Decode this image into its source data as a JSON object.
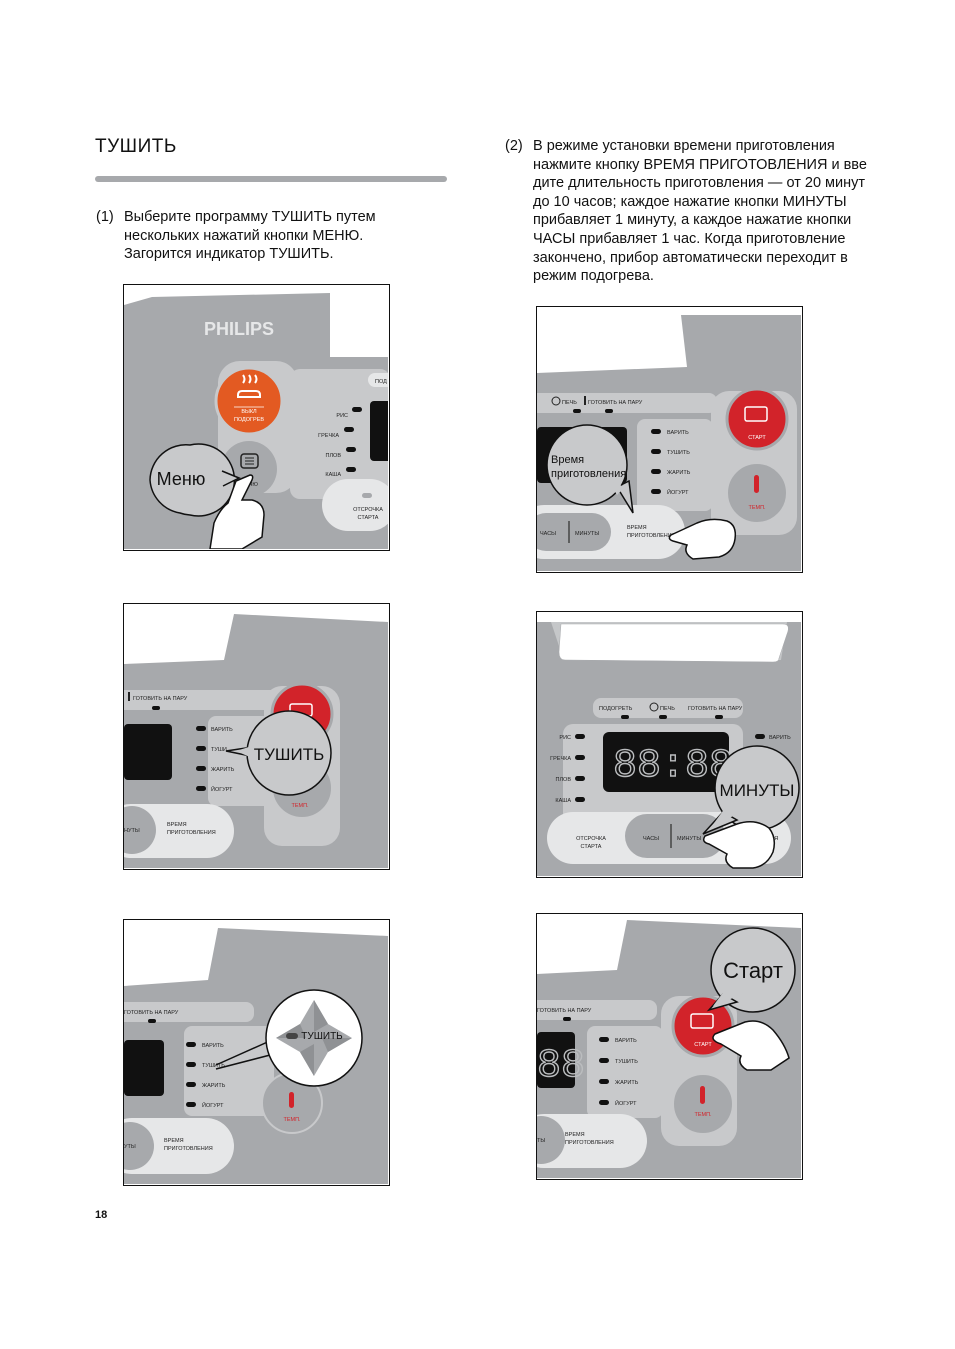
{
  "title": "ТУШИТЬ",
  "step1": {
    "number": "(1)",
    "lines": [
      "Выберите программу ТУШИТЬ путем",
      "нескольких нажатий кнопки МЕНЮ.",
      "Загорится индикатор ТУШИТЬ."
    ]
  },
  "step2": {
    "number": "(2)",
    "lines": [
      "В режиме установки времени приготовления",
      "нажмите кнопку ВРЕМЯ ПРИГОТОВЛЕНИЯ и вве",
      "дите длительность приготовления — от 20 минут",
      "до 10 часов; каждое нажатие кнопки МИНУТЫ",
      "прибавляет 1 минуту, а каждое нажатие кнопки",
      "ЧАСЫ прибавляет 1 час. Когда приготовление",
      "закончено, прибор автоматически переходит в",
      "режим подогрева."
    ]
  },
  "colors": {
    "panel": "#a7a9ac",
    "inner": "#c8c9cb",
    "orange": "#e35a22",
    "red": "#d2232a",
    "display": "#000000"
  },
  "panel1": {
    "brand": "PHILIPS",
    "warm_top": "ВЫКЛ",
    "warm_bottom": "ПОДОГРЕВ",
    "menu_label": "МЕНЮ",
    "callout": "Меню",
    "programs": [
      "РИС",
      "ГРЕЧКА",
      "ПЛОВ",
      "КАША"
    ],
    "top_cut": "ПОД",
    "delay_line1": "ОТСРОЧКА",
    "delay_line2": "СТАРТА",
    "icons": [
      "steam-icon",
      "menu-list-icon",
      "hand-pointer-icon"
    ]
  },
  "panel2": {
    "top_label": "ГОТОВИТЬ НА ПАРУ",
    "programs": [
      "ВАРИТЬ",
      "ТУШИ",
      "ЖАРИТЬ",
      "ЙОГУРТ"
    ],
    "callout": "ТУШИТЬ",
    "temp": "ТЕМП.",
    "minutes_cut": "НУТЫ",
    "time_line1": "ВРЕМЯ",
    "time_line2": "ПРИГОТОВЛЕНИЯ",
    "icons": [
      "pot-icon",
      "thermometer-icon"
    ]
  },
  "panel3": {
    "top_label": "ГОТОВИТЬ НА ПАРУ",
    "programs": [
      "ВАРИТЬ",
      "ТУШИТЬ",
      "ЖАРИТЬ",
      "ЙОГУРТ"
    ],
    "callout": "ТУШИТЬ",
    "temp": "ТЕМП.",
    "minutes_cut": "УТЫ",
    "time_line1": "ВРЕМЯ",
    "time_line2": "ПРИГОТОВЛЕНИЯ",
    "icons": [
      "thermometer-icon",
      "star-burst-icon"
    ]
  },
  "panel4": {
    "top_labels": [
      "ПЕЧЬ",
      "ГОТОВИТЬ НА ПАРУ"
    ],
    "programs": [
      "ВАРИТЬ",
      "ТУШИТЬ",
      "ЖАРИТЬ",
      "ЙОГУРТ"
    ],
    "callout_line1": "Время",
    "callout_line2": "приготовления",
    "start": "СТАРТ",
    "temp": "ТЕМП.",
    "hours": "ЧАСЫ",
    "minutes": "МИНУТЫ",
    "time_line1": "ВРЕМЯ",
    "time_line2": "ПРИГОТОВЛЕНИЯ",
    "icons": [
      "clock-icon",
      "steam-icon",
      "pot-icon",
      "thermometer-icon",
      "hand-pointer-icon"
    ]
  },
  "panel5": {
    "top_labels": [
      "ПОДОГРЕТЬ",
      "ПЕЧЬ",
      "ГОТОВИТЬ НА ПАРУ"
    ],
    "programs": [
      "РИС",
      "ГРЕЧКА",
      "ПЛОВ",
      "КАША"
    ],
    "right_program": "ВАРИТЬ",
    "display": "88:88",
    "callout": "МИНУТЫ",
    "delay_line1": "ОТСРОЧКА",
    "delay_line2": "СТАРТА",
    "hours": "ЧАСЫ",
    "minutes": "МИНУТЫ",
    "right_cut": "ЛЕНИЯ",
    "icons": [
      "clock-icon",
      "hand-pointer-icon"
    ]
  },
  "panel6": {
    "top_label": "ГОТОВИТЬ НА ПАРУ",
    "programs": [
      "ВАРИТЬ",
      "ТУШИТЬ",
      "ЖАРИТЬ",
      "ЙОГУРТ"
    ],
    "display": "88",
    "callout": "Старт",
    "start": "СТАРТ",
    "temp": "ТЕМП.",
    "minutes_cut": "ТЫ",
    "time_line1": "ВРЕМЯ",
    "time_line2": "ПРИГОТОВЛЕНИЯ",
    "icons": [
      "pot-icon",
      "thermometer-icon",
      "hand-pointer-icon"
    ]
  },
  "page_number": "18"
}
